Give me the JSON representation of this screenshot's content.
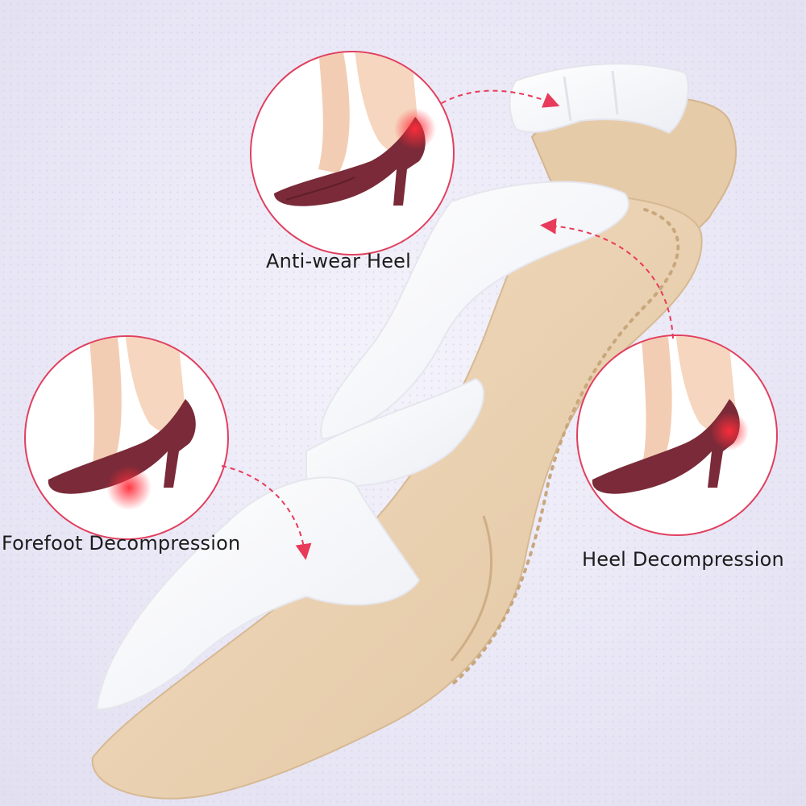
{
  "captions": {
    "anti_wear_heel": "Anti-wear Heel",
    "forefoot_decompression": "Forefoot Decompression",
    "heel_decompression": "Heel Decompression"
  },
  "callouts": [
    {
      "caption_key": "anti_wear_heel",
      "highlight": "heel-back"
    },
    {
      "caption_key": "forefoot_decompression",
      "highlight": "forefoot"
    },
    {
      "caption_key": "heel_decompression",
      "highlight": "heel-underside"
    }
  ],
  "colors": {
    "background": "#eceaf6",
    "circle_border": "#e0405f",
    "shoe": "#7a2a38",
    "skin": "#f3cdb3",
    "insole": "#ead3b5",
    "gel_pad": "#ffffff",
    "arrow": "#e83a5a"
  }
}
